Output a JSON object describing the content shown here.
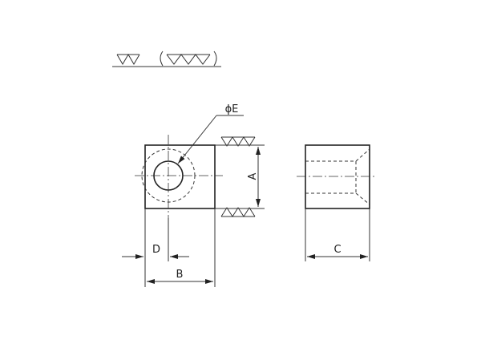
{
  "labels": {
    "dim_a": "A",
    "dim_b": "B",
    "dim_c": "C",
    "dim_d": "D",
    "dim_e": "ϕE"
  },
  "colors": {
    "part_fill": "#ccf3f3",
    "line": "#222222",
    "background": "#ffffff"
  },
  "icons": {
    "finish_general": "surface-finish-double-triangle-icon",
    "finish_exception": "surface-finish-triple-triangle-icon"
  }
}
